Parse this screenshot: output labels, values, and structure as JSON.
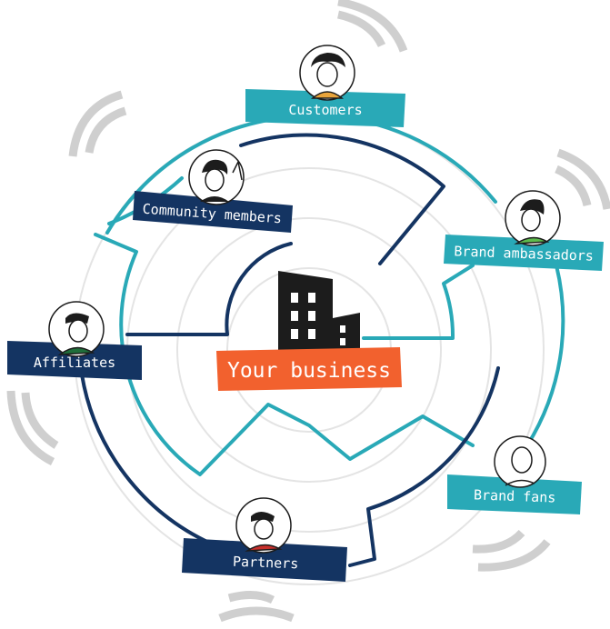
{
  "center": {
    "label": "Your business"
  },
  "nodes": [
    {
      "id": "customers",
      "label": "Customers"
    },
    {
      "id": "community",
      "label": "Community members"
    },
    {
      "id": "ambassadors",
      "label": "Brand ambassadors"
    },
    {
      "id": "affiliates",
      "label": "Affiliates"
    },
    {
      "id": "fans",
      "label": "Brand fans"
    },
    {
      "id": "partners",
      "label": "Partners"
    }
  ],
  "colors": {
    "teal": "#29a9b7",
    "navy": "#143462",
    "orange": "#f2612e",
    "ring": "#e4e4e4",
    "wave": "#cfcfcf",
    "building": "#1c1c1c"
  }
}
